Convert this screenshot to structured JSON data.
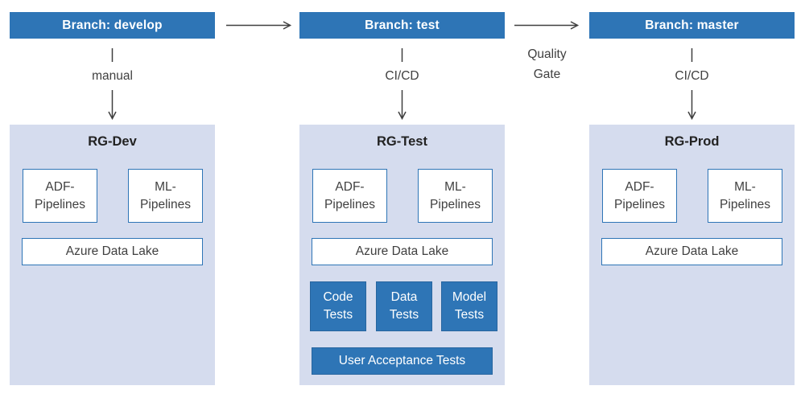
{
  "colors": {
    "primary_blue": "#2E75B6",
    "container_bg": "#D5DCEE",
    "box_border_blue": "#2E75B6",
    "test_box_border": "#27659F",
    "text_dark": "#404040",
    "arrow": "#3F3F3F"
  },
  "columns": [
    {
      "branch": "Branch: develop",
      "deploy_label": "manual",
      "group": "RG-Dev",
      "adf_box": "ADF-\nPipelines",
      "ml_box": "ML-\nPipelines",
      "data_lake": "Azure Data Lake"
    },
    {
      "branch": "Branch: test",
      "deploy_label": "CI/CD",
      "group": "RG-Test",
      "adf_box": "ADF-\nPipelines",
      "ml_box": "ML-\nPipelines",
      "data_lake": "Azure Data Lake",
      "tests": [
        "Code\nTests",
        "Data\nTests",
        "Model\nTests"
      ],
      "uat": "User Acceptance Tests"
    },
    {
      "branch": "Branch: master",
      "deploy_label": "CI/CD",
      "group": "RG-Prod",
      "adf_box": "ADF-\nPipelines",
      "ml_box": "ML-\nPipelines",
      "data_lake": "Azure Data Lake"
    }
  ],
  "quality_gate_label": "Quality\nGate"
}
